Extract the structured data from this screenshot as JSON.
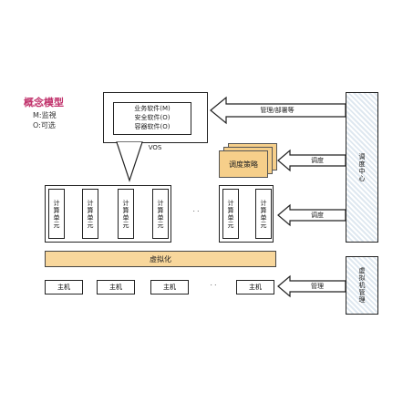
{
  "legend": {
    "title": "概念模型",
    "lines": [
      "M:监視",
      "O:可选"
    ]
  },
  "vos": {
    "label": "VOS",
    "software_lines": [
      "业务软件(M)",
      "安全软件(O)",
      "容器软件(O)"
    ]
  },
  "top_arrow_label": "管理/部署等",
  "scheduling_strategy": "调度策略",
  "scheduling_arrow_label": "调度",
  "scheduling_arrow2_label": "调度",
  "scheduling_center": "调度中心",
  "compute_unit_label": "计算单元",
  "compute_units_left": [
    "计算单元",
    "计算单元",
    "计算单元",
    "计算单元"
  ],
  "compute_units_right": [
    "计算单元",
    "计算单元"
  ],
  "ellipsis": "· ·",
  "virtualization": "虚拟化",
  "hosts_left": [
    "主机",
    "主机",
    "主机"
  ],
  "hosts_right": [
    "主机"
  ],
  "host_ellipsis": "· ·",
  "management_arrow_label": "管理",
  "vm_management": "虚拟机管理",
  "colors": {
    "arrow_fill": "#ffffff",
    "strategy_fill": "#f6cf8a",
    "virtualization_fill": "#f8d79c",
    "hatch": "#dfe8f0",
    "legend_title": "#c0306a"
  }
}
